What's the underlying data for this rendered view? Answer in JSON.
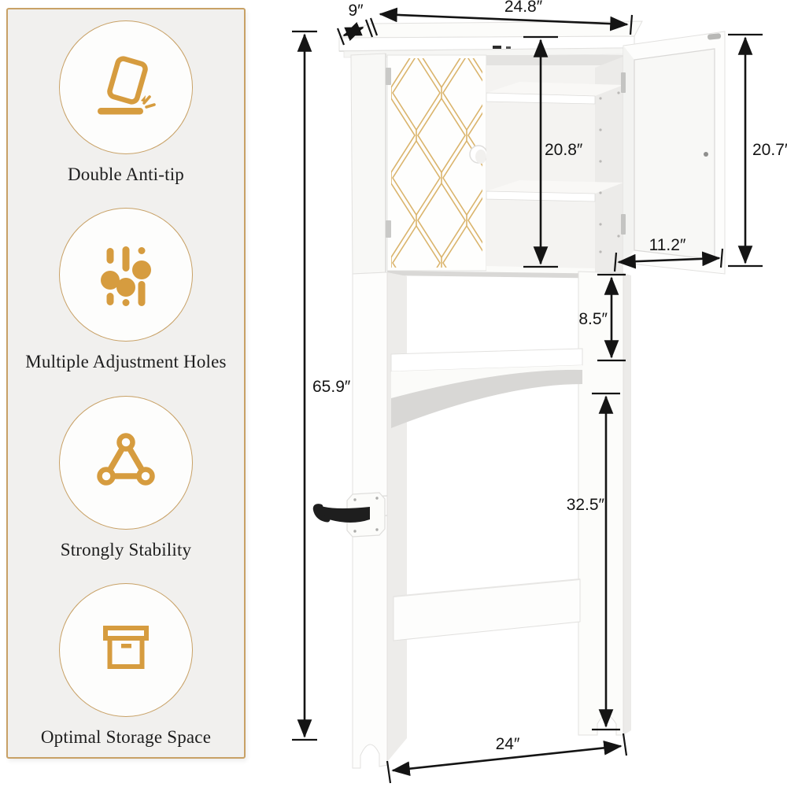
{
  "panel": {
    "features": [
      {
        "label": "Double Anti-tip",
        "icon": "anti-tip-icon"
      },
      {
        "label": "Multiple Adjustment Holes",
        "icon": "adjustment-holes-icon"
      },
      {
        "label": "Strongly Stability",
        "icon": "stability-icon"
      },
      {
        "label": "Optimal Storage Space",
        "icon": "storage-box-icon"
      }
    ]
  },
  "dimensions": {
    "side_depth": "9″",
    "top_width": "24.8″",
    "interior_height": "20.8″",
    "door_height": "20.7″",
    "door_width": "11.2″",
    "shelf_clearance": "8.5″",
    "total_height": "65.9″",
    "leg_height": "32.5″",
    "base_width": "24″"
  },
  "colors": {
    "accent_gold": "#D69C3F",
    "pattern_gold": "#DAB46C",
    "panel_border": "#C8A166",
    "panel_bg": "#F1F0EE",
    "dimension_ink": "#141414",
    "hook_black": "#1E1E1E"
  }
}
